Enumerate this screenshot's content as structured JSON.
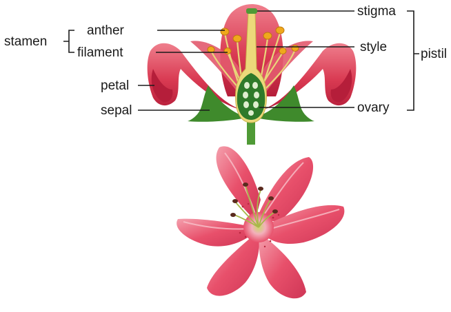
{
  "labels": {
    "stamen": "stamen",
    "anther": "anther",
    "filament": "filament",
    "petal": "petal",
    "sepal": "sepal",
    "stigma": "stigma",
    "style": "style",
    "ovary": "ovary",
    "pistil": "pistil"
  },
  "colors": {
    "petal": "#d93a52",
    "petal_dark": "#b51e3a",
    "petal_light": "#ef7f8d",
    "lily": "#e8506b",
    "lily_light": "#f4a0ad",
    "sepal": "#3f8a2c",
    "stem": "#4f9a36",
    "anther": "#f0a81c",
    "style": "#ecd97a",
    "ovary": "#2f7a2a",
    "ovule": "#dfeecf"
  }
}
